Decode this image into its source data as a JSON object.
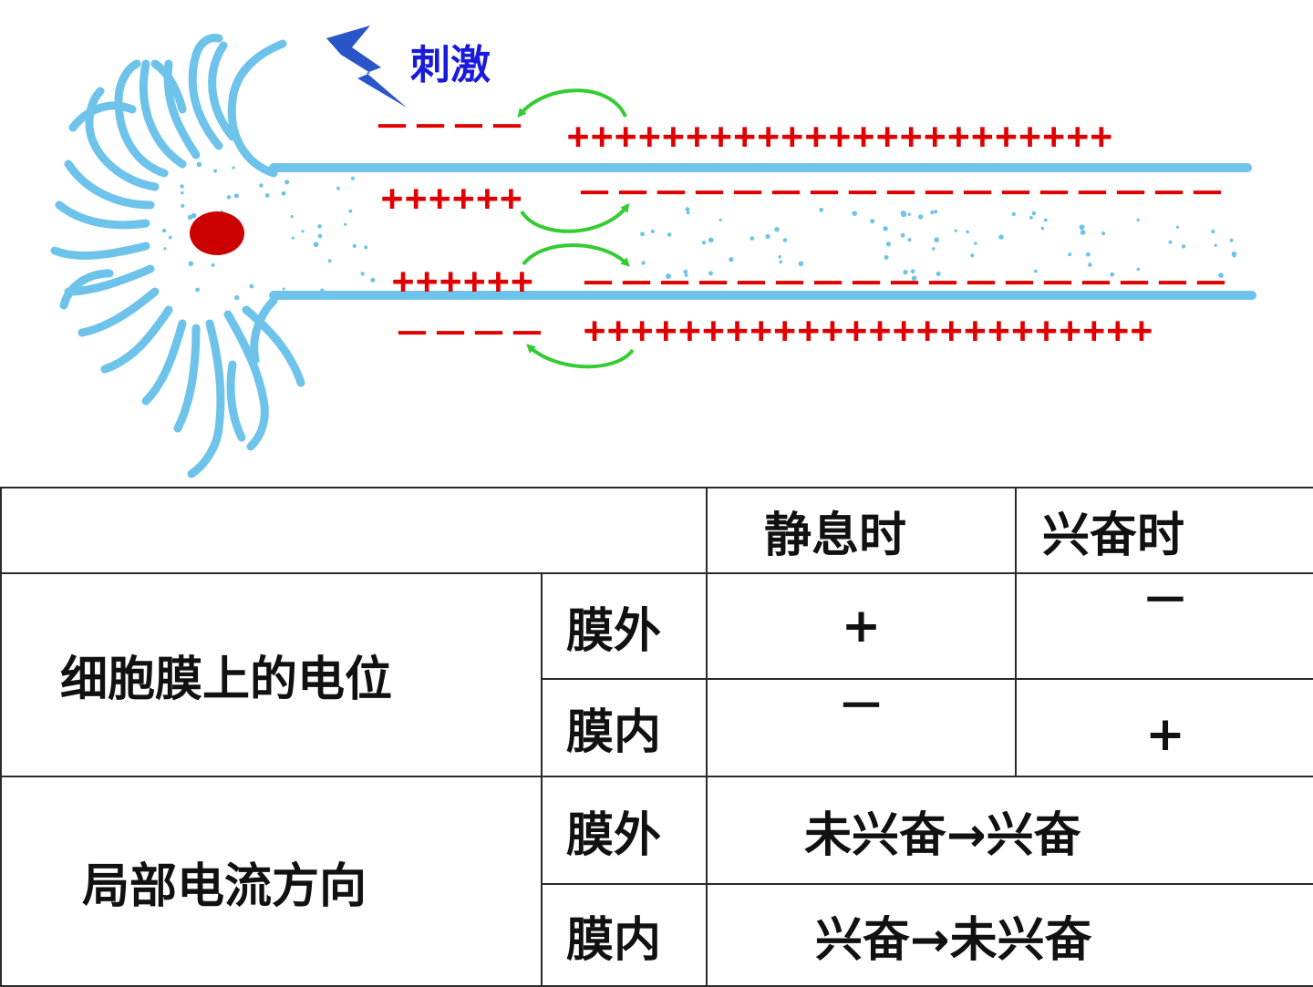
{
  "diagram": {
    "stimulus_label": "刺激",
    "outer_top_excited": "－－－－",
    "outer_top_resting": "+++++++++++++++++++++++",
    "inner_top_excited": "++++++",
    "inner_top_resting": "－－－－－－－－－－－－－－－－－",
    "inner_bottom_excited": "++++++",
    "inner_bottom_resting": "－－－－－－－－－－－－－－－－－",
    "outer_bottom_excited": "－－－－",
    "outer_bottom_resting": "++++++++++++++++++++++++",
    "colors": {
      "membrane": "#6ec3ea",
      "nucleus": "#cc0000",
      "arrow": "#33cc33",
      "charge": "#e00000",
      "stimulus": "#1a1adc"
    }
  },
  "table": {
    "header": {
      "resting": "静息时",
      "excited": "兴奋时"
    },
    "rows": {
      "potential": {
        "label": "细胞膜上的电位",
        "outer": {
          "side": "膜外",
          "resting": "+",
          "excited": "－"
        },
        "inner": {
          "side": "膜内",
          "resting": "－",
          "excited": "+"
        }
      },
      "current": {
        "label": "局部电流方向",
        "outer": {
          "side": "膜外",
          "direction": "未兴奋→兴奋"
        },
        "inner": {
          "side": "膜内",
          "direction": "兴奋→未兴奋"
        }
      }
    }
  }
}
